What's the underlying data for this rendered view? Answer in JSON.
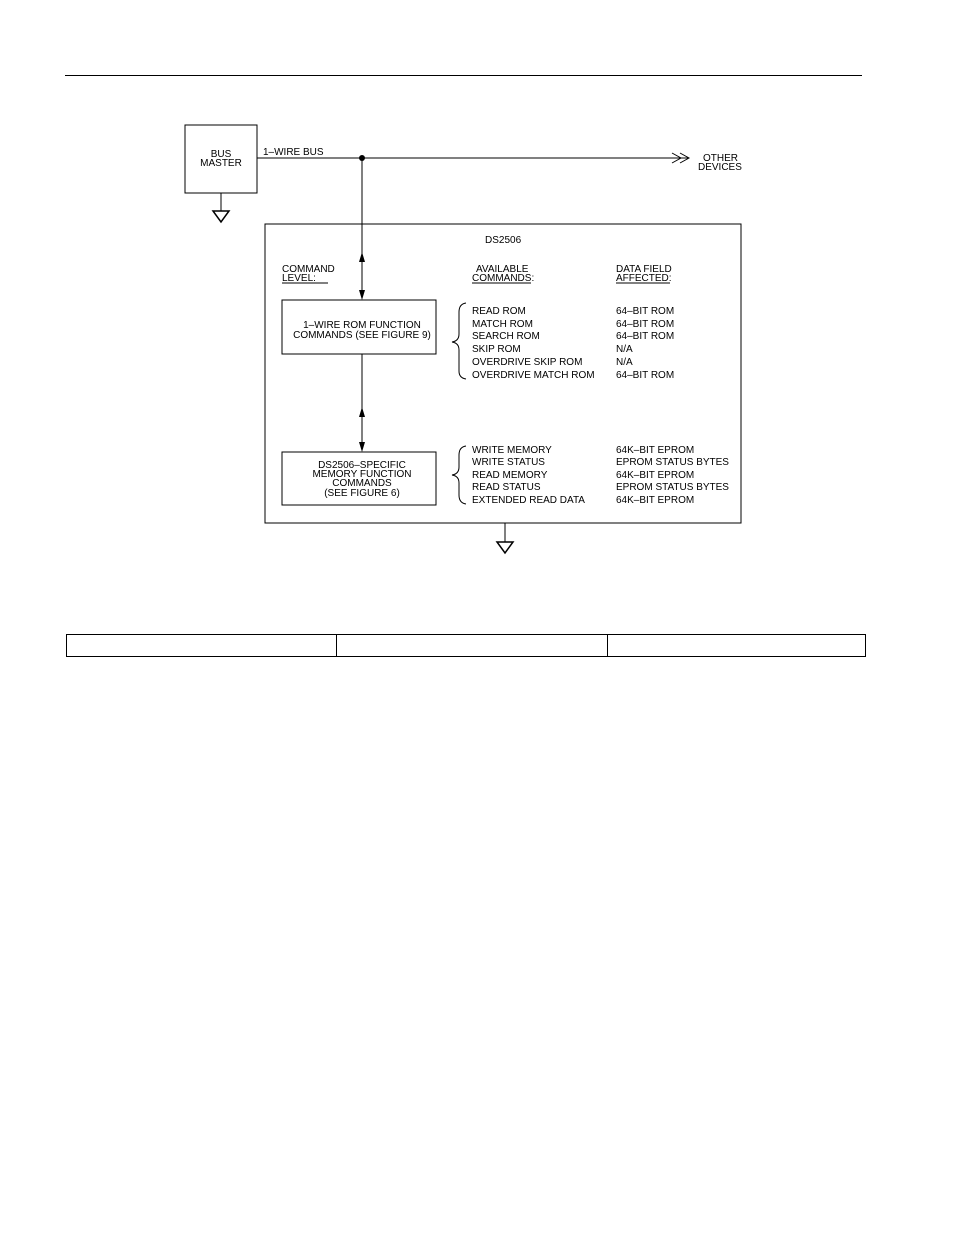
{
  "diagram": {
    "bus_master_label": [
      "BUS",
      "MASTER"
    ],
    "bus_label": "1–WIRE BUS",
    "other_devices_label": [
      "OTHER",
      "DEVICES"
    ],
    "device_title": "DS2506",
    "column_headers": {
      "command_level": [
        "COMMAND",
        "LEVEL:"
      ],
      "available_commands": [
        "AVAILABLE",
        "COMMANDS:"
      ],
      "data_field_affected": [
        "DATA FIELD",
        "AFFECTED:"
      ]
    },
    "rom_function_box": [
      "1–WIRE ROM FUNCTION",
      "COMMANDS (SEE FIGURE 9)"
    ],
    "memory_function_box": [
      "DS2506–SPECIFIC",
      "MEMORY FUNCTION",
      "COMMANDS",
      "(SEE FIGURE 6)"
    ],
    "rom_commands": [
      {
        "command": "READ ROM",
        "data_field": "64–BIT ROM"
      },
      {
        "command": "MATCH ROM",
        "data_field": "64–BIT ROM"
      },
      {
        "command": "SEARCH ROM",
        "data_field": "64–BIT ROM"
      },
      {
        "command": "SKIP ROM",
        "data_field": "N/A"
      },
      {
        "command": "OVERDRIVE SKIP ROM",
        "data_field": "N/A"
      },
      {
        "command": "OVERDRIVE MATCH ROM",
        "data_field": "64–BIT ROM"
      }
    ],
    "memory_commands": [
      {
        "command": "WRITE MEMORY",
        "data_field": "64K–BIT EPROM"
      },
      {
        "command": "WRITE STATUS",
        "data_field": "EPROM STATUS BYTES"
      },
      {
        "command": "READ MEMORY",
        "data_field": "64K–BIT EPROM"
      },
      {
        "command": "READ STATUS",
        "data_field": "EPROM STATUS BYTES"
      },
      {
        "command": "EXTENDED READ DATA",
        "data_field": "64K–BIT EPROM"
      }
    ]
  }
}
